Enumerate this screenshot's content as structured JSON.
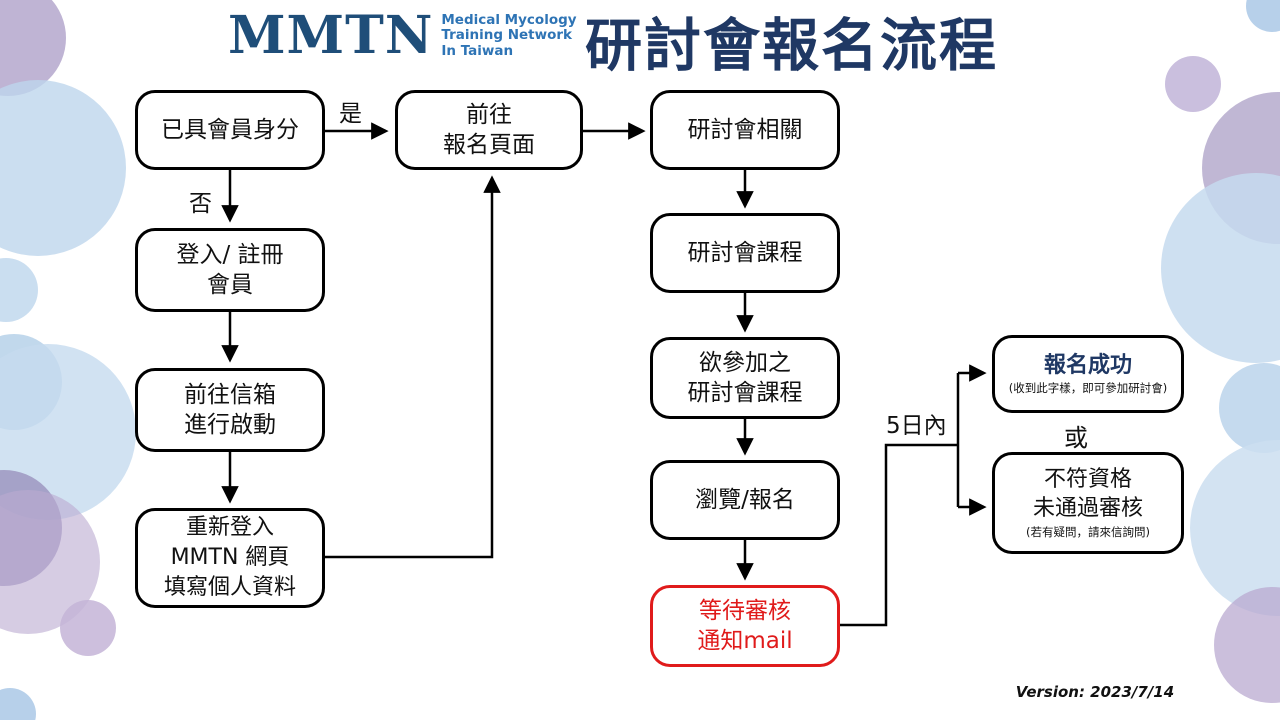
{
  "header": {
    "logo": {
      "acronym": "MMTN",
      "subtitle_lines": [
        "Medical Mycology",
        "Training Network",
        "In Taiwan"
      ]
    },
    "title": "研討會報名流程"
  },
  "flow": {
    "nodes": {
      "member": "已具會員身分",
      "login": "登入/ 註冊\n會員",
      "mailbox": "前往信箱\n進行啟動",
      "relogin": "重新登入\nMMTN 網頁\n填寫個人資料",
      "goto_page": "前往\n報名頁面",
      "seminar_related": "研討會相關",
      "seminar_course": "研討會課程",
      "course_to_join": "欲參加之\n研討會課程",
      "browse": "瀏覽/報名",
      "wait_review": "等待審核\n通知mail",
      "success_title": "報名成功",
      "success_note": "(收到此字樣，即可參加研討會)",
      "fail_title": "不符資格\n未通過審核",
      "fail_note": "(若有疑問，請來信詢問)"
    },
    "labels": {
      "yes": "是",
      "no": "否",
      "within_days": "5日內",
      "or": "或"
    }
  },
  "footer": {
    "version": "Version: 2023/7/14"
  },
  "colors": {
    "title_navy": "#1F3864",
    "logo_blue": "#1F4E79",
    "alert_red": "#E01B1B",
    "circle_blue": "#BDD7EE",
    "circle_purple": "#B3A2C7"
  }
}
